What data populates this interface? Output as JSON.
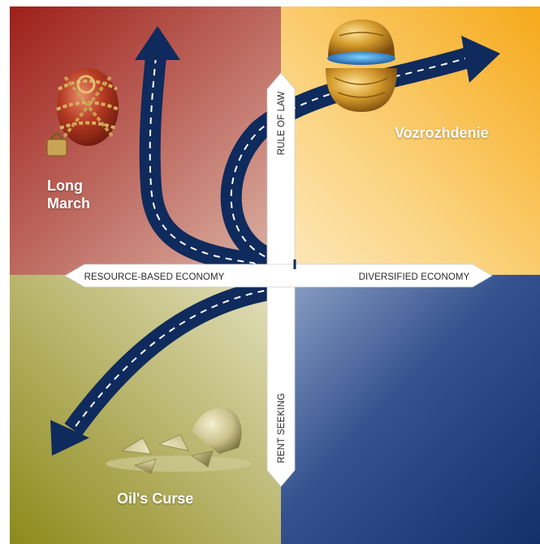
{
  "axes": {
    "vertical_top": "RULE OF LAW",
    "vertical_bottom": "RENT SEEKING",
    "horizontal_left": "RESOURCE-BASED ECONOMY",
    "horizontal_right": "DIVERSIFIED ECONOMY"
  },
  "quadrants": {
    "top_left": {
      "label_line1": "Long",
      "label_line2": "March",
      "color": "#a8352c"
    },
    "top_right": {
      "label": "Vozrozhdenie",
      "color": "#f4b43a"
    },
    "bottom_left": {
      "label": "Oil's Curse",
      "color": "#a7a23e"
    },
    "bottom_right": {
      "label": "",
      "color": "#1d3a72"
    }
  },
  "colors": {
    "road": "#0f2a5c",
    "road_dash": "#ffffff",
    "axis_fill": "#ffffff"
  }
}
